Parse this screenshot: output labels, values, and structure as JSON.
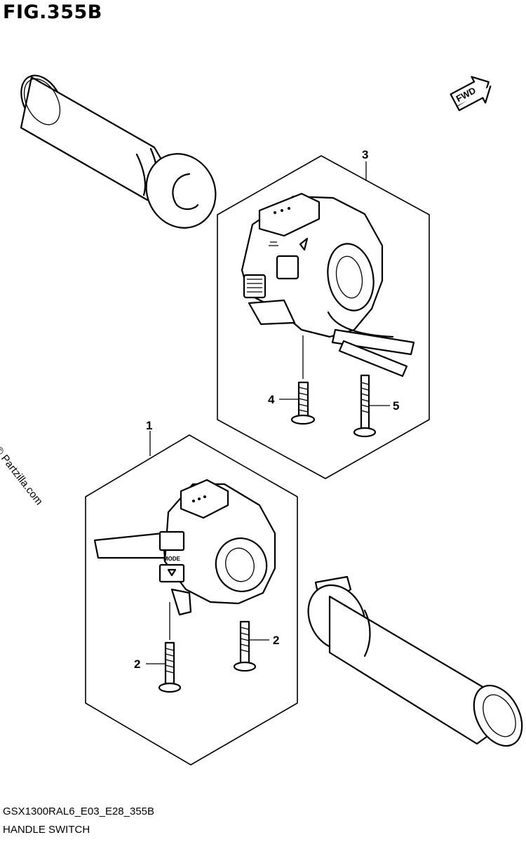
{
  "figure": {
    "title": "FIG.355B",
    "code": "GSX1300RAL6_E03_E28_355B",
    "caption": "HANDLE SWITCH",
    "watermark": "© Partzilla.com"
  },
  "direction_badge": {
    "label": "FWD"
  },
  "callouts": [
    {
      "id": "1",
      "label": "1"
    },
    {
      "id": "2a",
      "label": "2"
    },
    {
      "id": "2b",
      "label": "2"
    },
    {
      "id": "3",
      "label": "3"
    },
    {
      "id": "4",
      "label": "4"
    },
    {
      "id": "5",
      "label": "5"
    }
  ],
  "switch_markings": {
    "left_mode_label": "MODE"
  }
}
